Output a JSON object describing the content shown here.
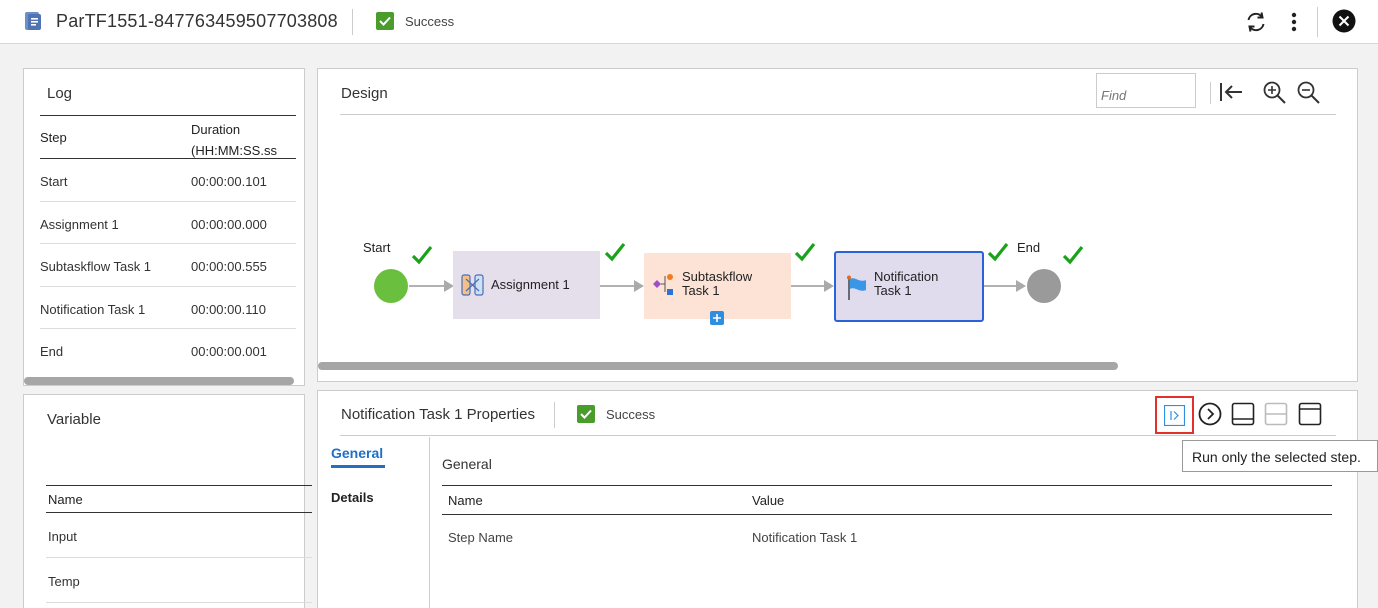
{
  "header": {
    "title": "ParTF1551-847763459507703808",
    "status": "Success"
  },
  "log": {
    "title": "Log",
    "columns": {
      "step": "Step",
      "duration_line1": "Duration",
      "duration_line2": "(HH:MM:SS.ss"
    },
    "rows": [
      {
        "step": "Start",
        "duration": "00:00:00.101"
      },
      {
        "step": "Assignment 1",
        "duration": "00:00:00.000"
      },
      {
        "step": "Subtaskflow Task 1",
        "duration": "00:00:00.555"
      },
      {
        "step": "Notification Task 1",
        "duration": "00:00:00.110"
      },
      {
        "step": "End",
        "duration": "00:00:00.001"
      }
    ]
  },
  "variable": {
    "title": "Variable",
    "column": "Name",
    "rows": [
      "Input",
      "Temp"
    ]
  },
  "design": {
    "title": "Design",
    "find_placeholder": "Find",
    "nodes": {
      "start": "Start",
      "assignment": "Assignment 1",
      "subtaskflow_line1": "Subtaskflow",
      "subtaskflow_line2": "Task 1",
      "notification_line1": "Notification",
      "notification_line2": "Task 1",
      "end": "End"
    }
  },
  "properties": {
    "title": "Notification Task 1 Properties",
    "status": "Success",
    "tabs": {
      "general": "General",
      "details": "Details"
    },
    "section": "General",
    "columns": {
      "name": "Name",
      "value": "Value"
    },
    "rows": [
      {
        "name": "Step Name",
        "value": "Notification Task 1"
      }
    ],
    "tooltip": "Run only the selected step."
  },
  "colors": {
    "success_green": "#4a9d2a",
    "check_green": "#1aa31a",
    "start_node": "#6bbf3f",
    "end_node": "#9a9a9a",
    "assignment_fill": "#e5dfec",
    "subtaskflow_fill": "#fde3d6",
    "notification_fill": "#e0dcee",
    "selection_blue": "#2a62d8",
    "tab_blue": "#1f6fc6",
    "highlight_red": "#e0322b"
  }
}
